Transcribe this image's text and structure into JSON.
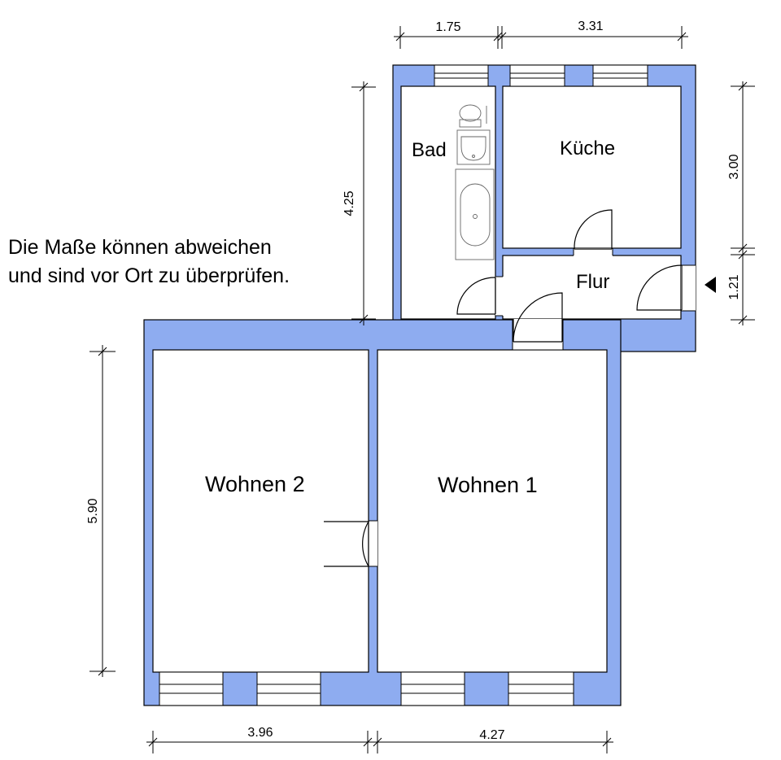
{
  "note": {
    "line1": "Die Maße können abweichen",
    "line2": "und sind vor Ort zu überprüfen."
  },
  "rooms": {
    "bad": "Bad",
    "kueche": "Küche",
    "flur": "Flur",
    "wohnen2": "Wohnen 2",
    "wohnen1": "Wohnen 1"
  },
  "dimensions": {
    "top_left": "1.75",
    "top_right": "3.31",
    "left_bad": "4.25",
    "right_kueche": "3.00",
    "right_flur": "1.21",
    "left_wohnen": "5.90",
    "bottom_left": "3.96",
    "bottom_right": "4.27"
  },
  "colors": {
    "wall": "#8eacf0",
    "line": "#000000",
    "window_glass": "#ffffff"
  },
  "icons": {
    "entrance": "entrance-arrow-icon",
    "toilet": "toilet-icon",
    "sink": "sink-icon",
    "bathtub": "bathtub-icon"
  }
}
